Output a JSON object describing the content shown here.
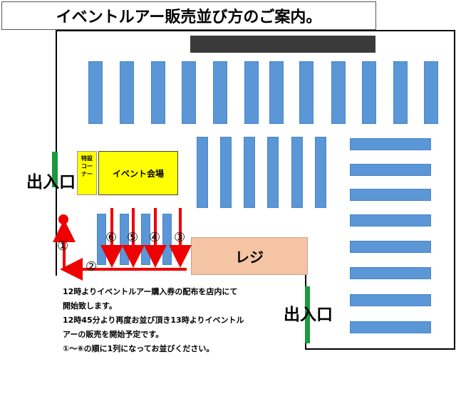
{
  "title": "イベントルアー販売並び方のご案内。",
  "entrance_label_left": "出入口",
  "entrance_label_right": "出入口",
  "special_corner_lines": [
    "特設",
    "コー",
    "ナー"
  ],
  "event_venue_label": "イベント会場",
  "register_label": "レジ",
  "queue_numbers": [
    "①",
    "②",
    "③",
    "④",
    "⑤",
    "⑥"
  ],
  "notice_lines": [
    "12時よりイベントルアー購入券の配布を店内にて",
    "開始致します。",
    "12時45分より再度お並び頂き13時よりイベントル",
    "アーの販売を開始予定です。",
    "①～⑥の順に1列になってお並びください。"
  ],
  "colors": {
    "shelf": "#5b96d6",
    "door": "#1a9a3c",
    "event_area": "#ffff00",
    "register": "#f5c4a4",
    "arrow": "#ee0000",
    "counter": "#3a3a3a"
  }
}
